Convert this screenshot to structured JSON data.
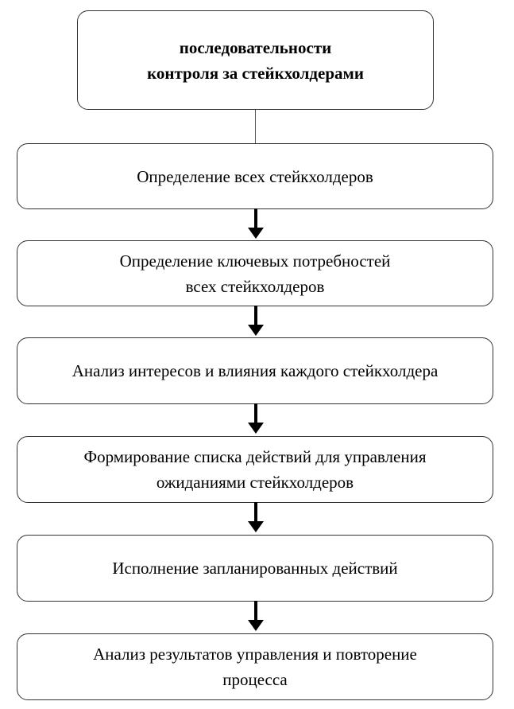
{
  "diagram": {
    "title": "последовательности\nконтроля за стейкхолдерами",
    "steps": [
      "Определение всех стейкхолдеров",
      "Определение ключевых потребностей\nвсех стейкхолдеров",
      "Анализ интересов и влияния каждого стейкхолдера",
      "Формирование списка действий для управления\nожиданиями стейкхолдеров",
      "Исполнение запланированных действий",
      "Анализ результатов управления и повторение\nпроцесса"
    ]
  }
}
